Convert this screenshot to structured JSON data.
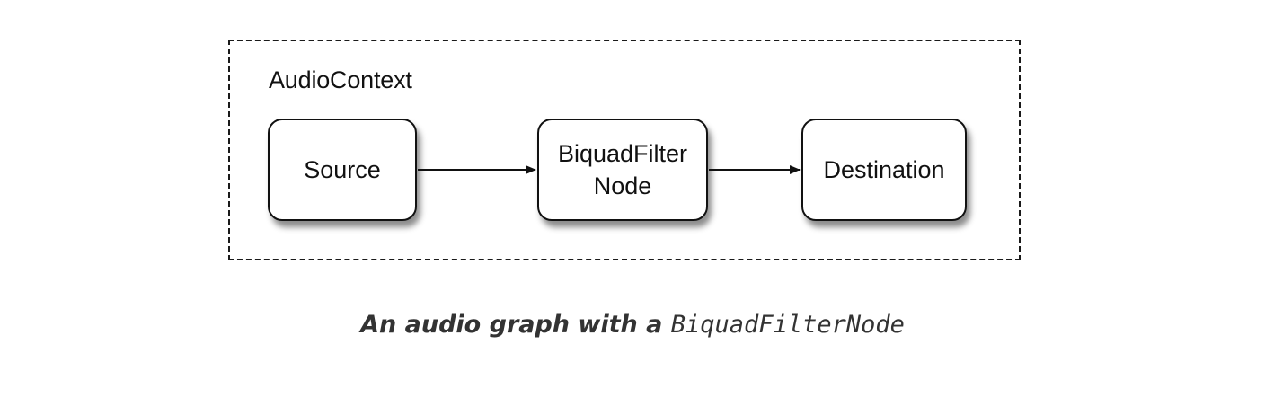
{
  "diagram": {
    "context_label": "AudioContext",
    "nodes": [
      {
        "id": "source",
        "label": "Source"
      },
      {
        "id": "filter",
        "label": "BiquadFilter\nNode"
      },
      {
        "id": "destination",
        "label": "Destination"
      }
    ],
    "edges": [
      {
        "from": "source",
        "to": "filter"
      },
      {
        "from": "filter",
        "to": "destination"
      }
    ]
  },
  "caption": {
    "text": "An audio graph with a ",
    "code": "BiquadFilterNode"
  }
}
